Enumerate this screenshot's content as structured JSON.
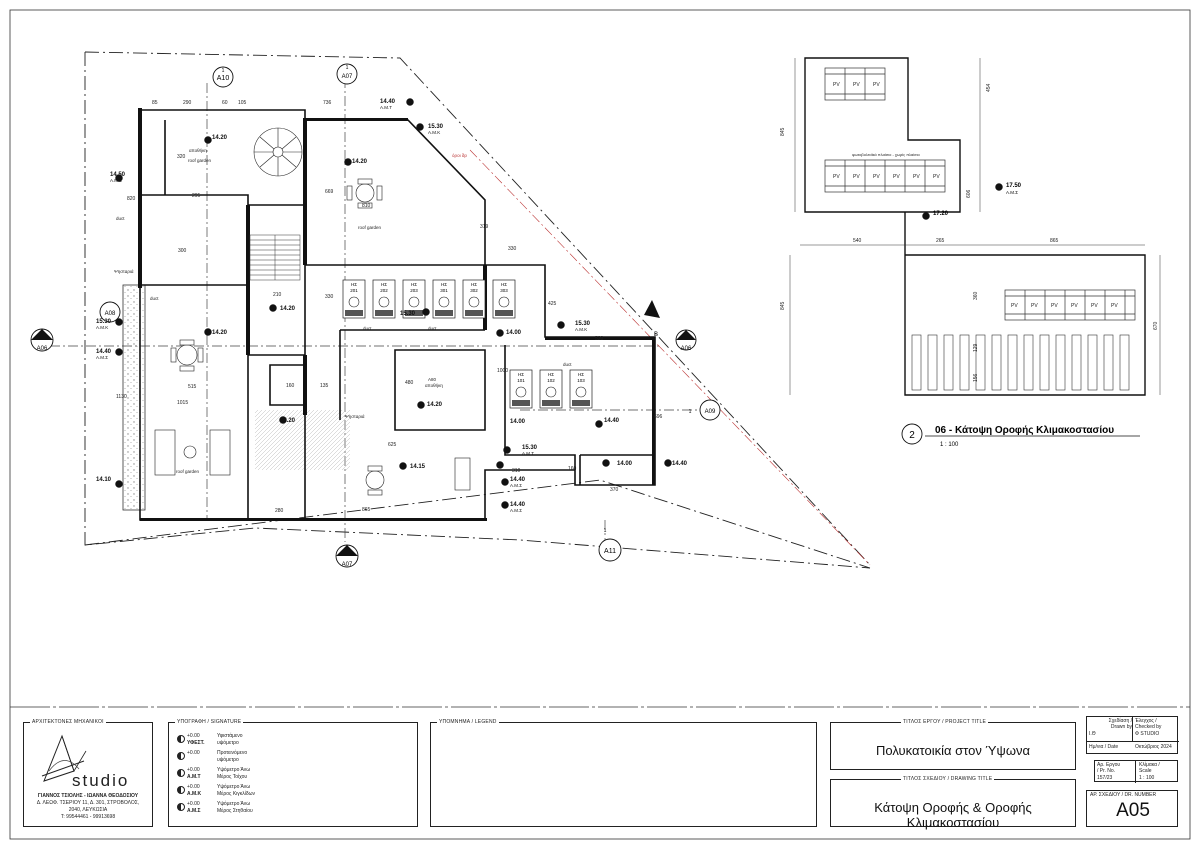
{
  "plan": {
    "sections": {
      "a10": "A10",
      "a07": "A07",
      "a06": "A06",
      "a08": "A08",
      "a09": "A09",
      "a11": "A11",
      "b": "B",
      "one": "1"
    },
    "dims": {
      "d85": "85",
      "d290": "290",
      "d60": "60",
      "d105": "105",
      "d736": "736",
      "d320": "320",
      "d295": "295",
      "d300": "300",
      "d820": "820",
      "d810": "810",
      "d669": "669",
      "d319": "319",
      "d330": "330",
      "d330b": "330",
      "d425": "425",
      "d520": "520",
      "d210": "210",
      "d515": "515",
      "d1130": "1130",
      "d1015": "1015",
      "d160": "160",
      "d135": "135",
      "d480": "480",
      "d1000": "1000",
      "d696": "696",
      "d310": "310",
      "d370": "370",
      "d280": "280",
      "d865": "865",
      "d625": "625",
      "d160b": "160"
    },
    "levels": {
      "l1440a": "14.40",
      "l1530a": "15.30",
      "l1420a": "14.20",
      "l1420b": "14.20",
      "l1450": "14.50",
      "l1420c": "14.20",
      "l1530b": "15.30",
      "l1440b": "14.40",
      "l1420d": "14.20",
      "l1420e": "14.20",
      "l1320": "13.20",
      "l1400a": "14.00",
      "l1530c": "15.30",
      "l1420f": "14.20",
      "l1400b": "14.00",
      "l1440c": "14.40",
      "l1530d": "15.30",
      "l1415": "14.15",
      "l1440d": "14.40",
      "l1400c": "14.00",
      "l1440e": "14.40",
      "l1410": "14.10",
      "l1440f": "14.40"
    },
    "codes": {
      "amt": "Α.Μ.Τ",
      "amk": "Α.Μ.Κ",
      "ams": "Α.Μ.Σ"
    },
    "labels": {
      "roof_garden": "roof garden",
      "roof_garden2": "roof garden",
      "roof_garden3": "roof garden",
      "duct": "duct",
      "duct2": "duct",
      "duct3": "duct",
      "duct4": "duct",
      "duct5": "duct",
      "psistaria": "Ψησταριά",
      "psistaria2": "Ψησταριά",
      "apothiki": "αποθήκη",
      "oroi": "όροι δp",
      "apothiki2": "αποθήκη",
      "a80": "Α80"
    },
    "heaters": [
      "201",
      "202",
      "203",
      "301",
      "302",
      "303",
      "101",
      "102",
      "103"
    ],
    "heater_code": "ΗΣ"
  },
  "roof_plan": {
    "pv": "PV",
    "pv_note": "φωτοβολταϊκό πλαίσιο - χωρίς πλαίσιο",
    "dims": {
      "d845": "845",
      "d454": "454",
      "d606": "606",
      "d540": "540",
      "d265": "265",
      "d865": "865",
      "d845b": "845",
      "d360": "360",
      "d129": "129",
      "d156": "156",
      "d670": "670"
    },
    "level1": "17.50",
    "level1_code": "Α.Μ.Σ",
    "level2": "17.20",
    "number": "2",
    "title": "06 - Κάτοψη Οροφής Κλιμακοστασίου",
    "scale": "1 : 100"
  },
  "titleblock": {
    "architects_header": "ΑΡΧΙΤΕΚΤΟΝΕΣ ΜΗΧΑΝΙΚΟΙ",
    "logo_text": "studio",
    "names": "ΓΙΑΝΝΟΣ ΤΣΙΟΛΗΣ - ΙΩΑΝΝΑ ΘΕΟΔΟΣΙΟΥ",
    "address1": "Δ. ΛΕΩΦ. ΤΣΕΡΙΟΥ 11, Δ. 301, ΣΤΡΟΒΟΛΟΣ,",
    "address2": "2040, ΛΕΥΚΩΣΙΑ",
    "phone": "Τ: 99544461 - 99913698",
    "signature_header": "ΥΠΟΓΡΑΦΗ / SIGNATURE",
    "legend_header": "ΥΠΟΜΝΗΜΑ / LEGEND",
    "sign_items": [
      {
        "lvl": "+0.00",
        "code": "ΥΦΕΣΤ.",
        "desc1": "Υφιστάμενο",
        "desc2": "υψόμετρο"
      },
      {
        "lvl": "+0.00",
        "code": "",
        "desc1": "Προτεινόμενο",
        "desc2": "υψόμετρο"
      },
      {
        "lvl": "+0.00",
        "code": "Α.Μ.Τ",
        "desc1": "Υψόμετρο Άνω",
        "desc2": "Μέρος Τοίχου"
      },
      {
        "lvl": "+0.00",
        "code": "Α.Μ.Κ",
        "desc1": "Υψόμετρο Άνω",
        "desc2": "Μέρος Κιγκλίδων"
      },
      {
        "lvl": "+0.00",
        "code": "Α.Μ.Σ",
        "desc1": "Υψόμετρο Άνω",
        "desc2": "Μέρος Στηθαίου"
      }
    ],
    "project_title_header": "ΤΙΤΛΟΣ ΕΡΓΟΥ / PROJECT TITLE",
    "project_title": "Πολυκατοικία στον Ύψωνα",
    "drawing_title_header": "ΤΙΤΛΟΣ ΣΧΕΔΙΟΥ / DRAWING TITLE",
    "drawing_title": "Κάτοψη Οροφής & Οροφής Κλιμακοστασίου",
    "drawn_by_label1": "Σχεδίαση /",
    "drawn_by_label2": "Drawn by",
    "drawn_by": "I.Θ",
    "checked_label1": "Έλεγχος /",
    "checked_label2": "Checked by",
    "checked_by": "Φ STUDIO",
    "date_label": "Ημ/νια / Date",
    "date": "Οκτώβριος 2024",
    "proj_no_label1": "Αρ. Εργου",
    "proj_no_label2": "/ Pr. No.",
    "proj_no": "157/23",
    "scale_label1": "Κλίμακα /",
    "scale_label2": "Scale",
    "scale": "1 : 100",
    "dr_no_label": "ΑΡ. ΣΧΕΔΙΟΥ / DR. NUMBER",
    "dr_no": "A05"
  }
}
